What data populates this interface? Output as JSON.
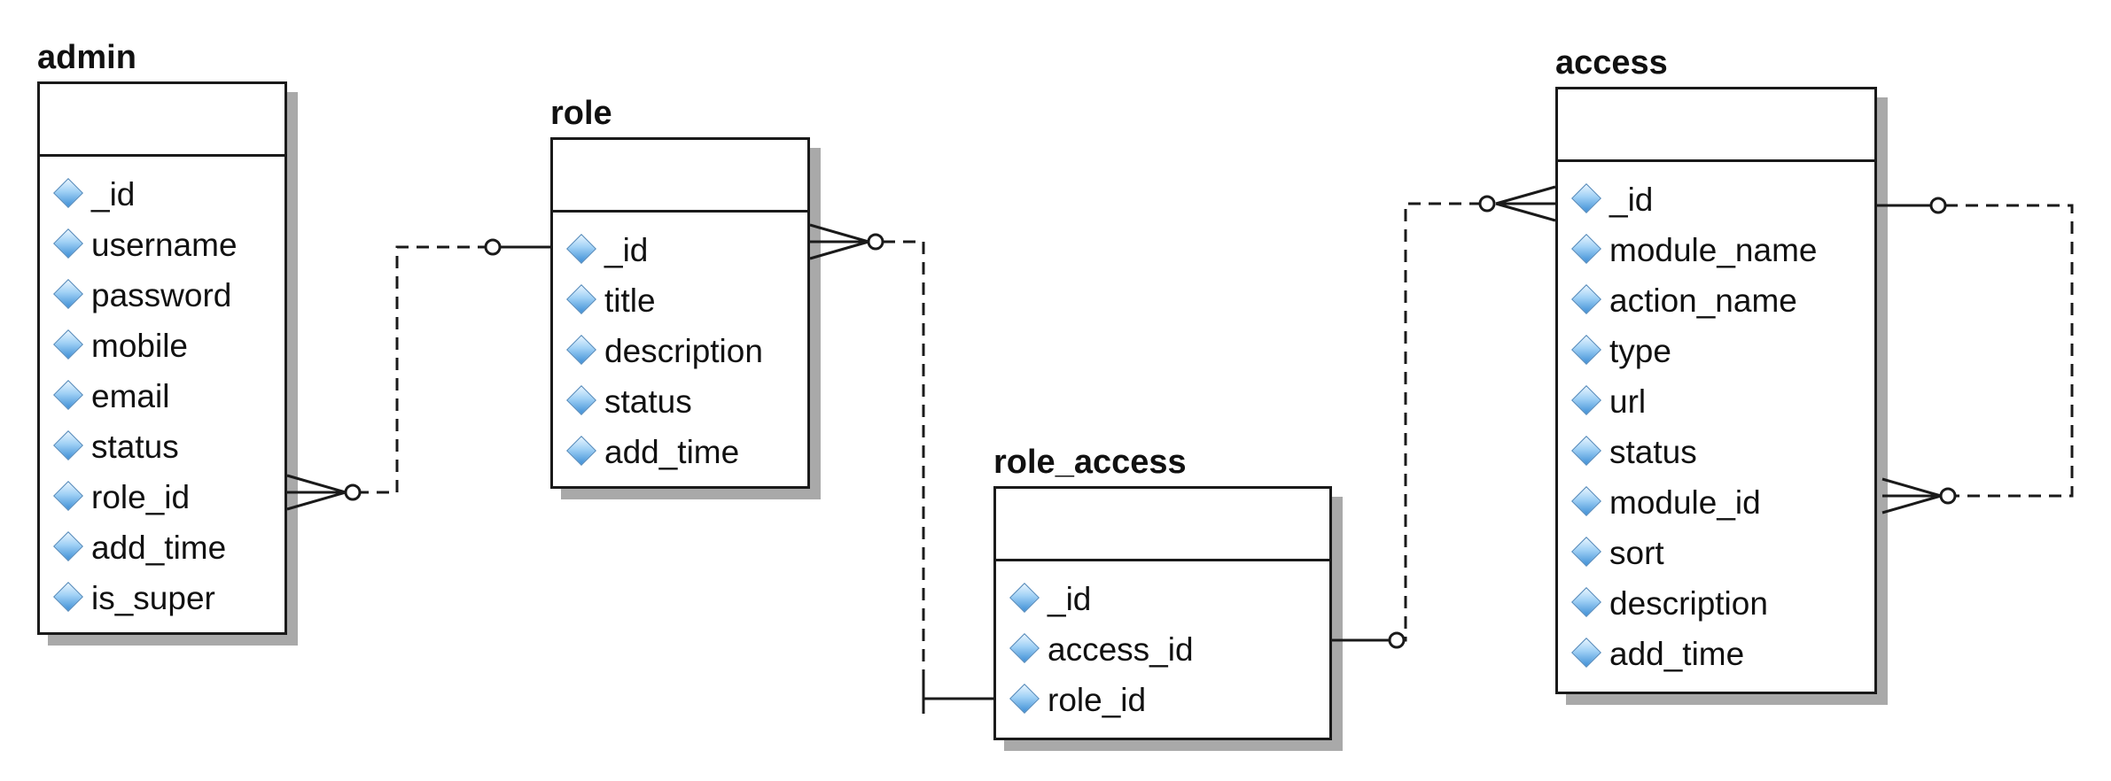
{
  "entities": [
    {
      "id": "admin",
      "name": "admin",
      "fields": [
        "_id",
        "username",
        "password",
        "mobile",
        "email",
        "status",
        "role_id",
        "add_time",
        "is_super"
      ]
    },
    {
      "id": "role",
      "name": "role",
      "fields": [
        "_id",
        "title",
        "description",
        "status",
        "add_time"
      ]
    },
    {
      "id": "role_access",
      "name": "role_access",
      "fields": [
        "_id",
        "access_id",
        "role_id"
      ]
    },
    {
      "id": "access",
      "name": "access",
      "fields": [
        "_id",
        "module_name",
        "action_name",
        "type",
        "url",
        "status",
        "module_id",
        "sort",
        "description",
        "add_time"
      ]
    }
  ],
  "field_icon": "key-diamond-icon",
  "colors": {
    "border": "#1a1a1a",
    "shadow": "#a9a9a9",
    "text": "#111111",
    "icon": "#3f8fd6"
  }
}
